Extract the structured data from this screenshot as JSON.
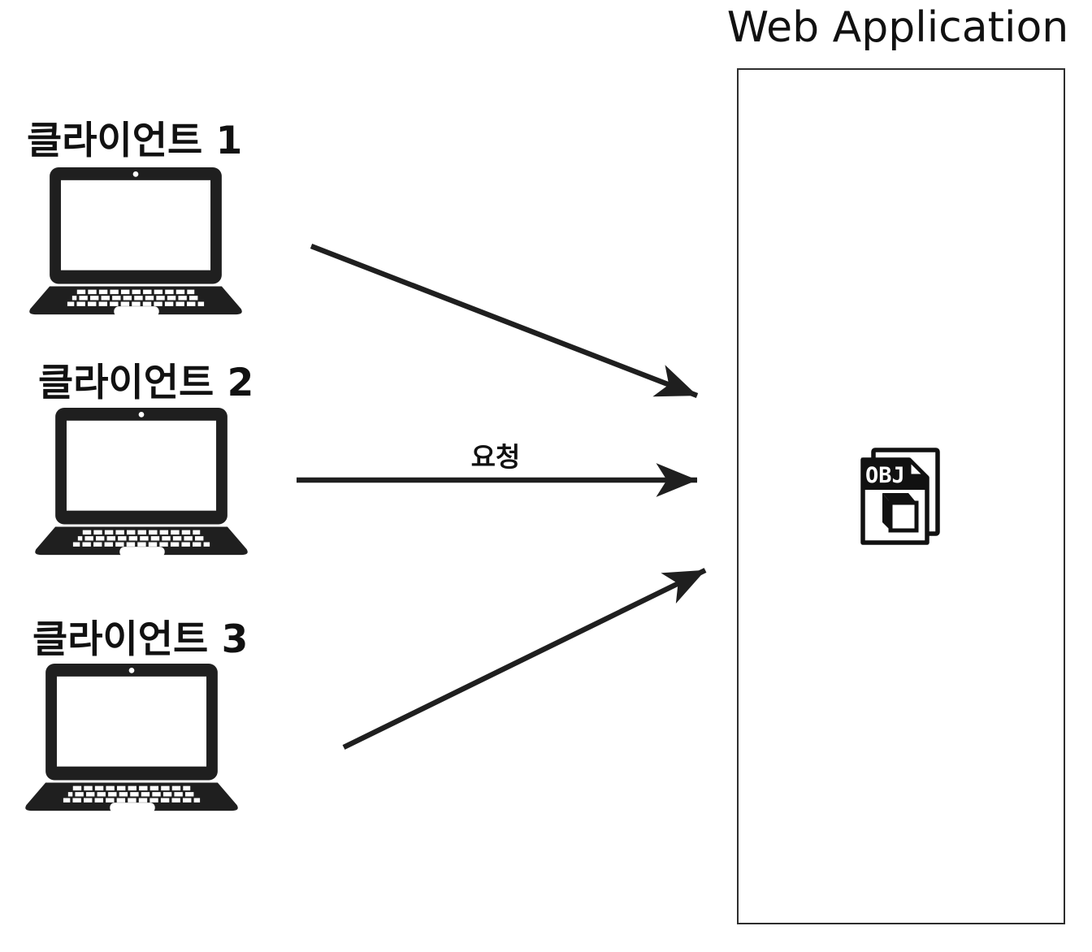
{
  "diagram": {
    "title": "Web Application",
    "clients": [
      {
        "label": "클라이언트 1"
      },
      {
        "label": "클라이언트 2"
      },
      {
        "label": "클라이언트 3"
      }
    ],
    "request_label": "요청",
    "file_badge": "OBJ",
    "icons": [
      "laptop-icon",
      "obj-file-icon",
      "arrow-icon"
    ]
  },
  "colors": {
    "ink": "#1f1f1f",
    "background": "#ffffff",
    "box_border": "#2e2e2e",
    "text": "#111111"
  }
}
